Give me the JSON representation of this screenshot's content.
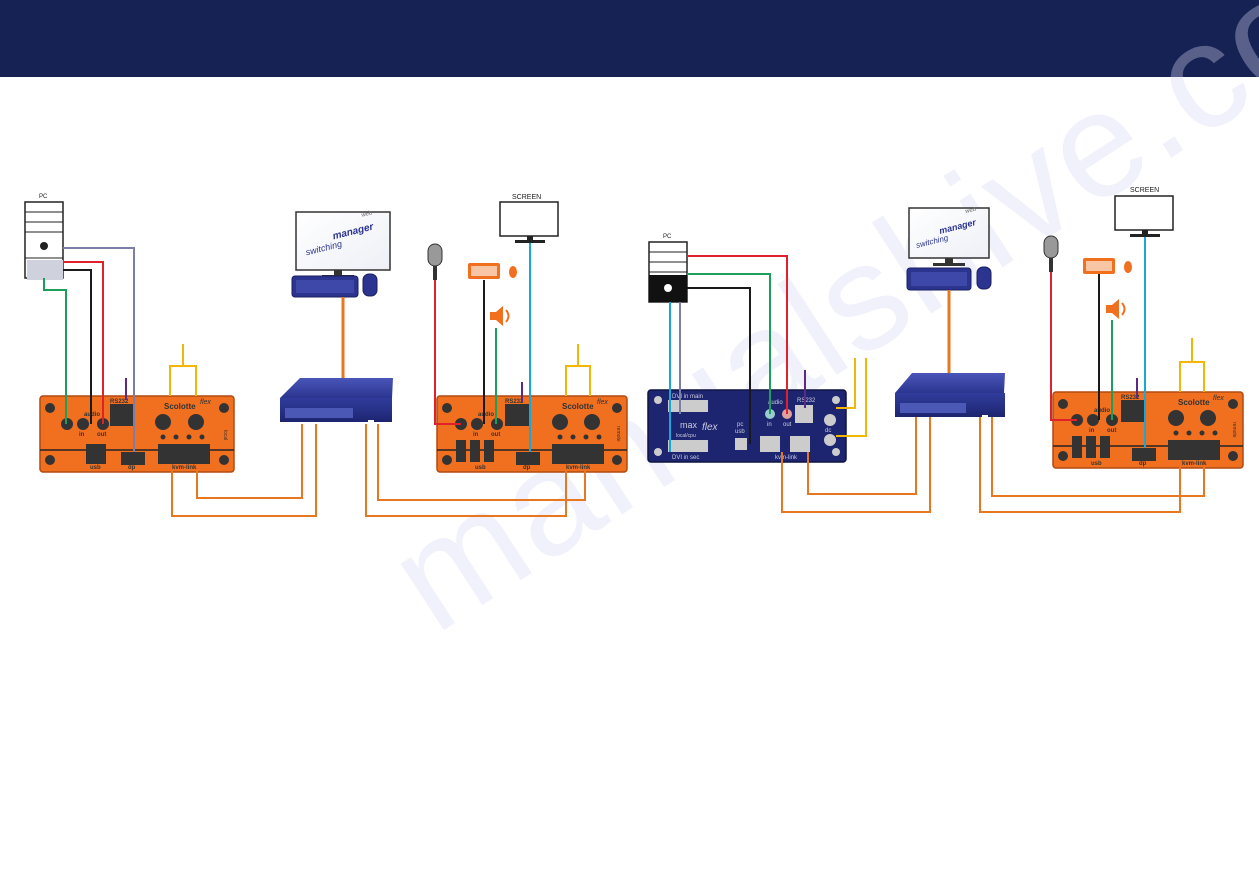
{
  "header": {
    "color": "#162253"
  },
  "watermark": "manualshive.com",
  "left_setup": {
    "pc_label": "PC",
    "screen_label": "SCREEN",
    "switching_manager": {
      "word1": "switching",
      "word2": "manager",
      "word3": "web"
    },
    "local_unit": {
      "brand": "Scolotte",
      "brand_sub": "flex",
      "side_label": "local",
      "rs232": "RS232",
      "audio": "audio",
      "in": "in",
      "out": "out",
      "usb": "usb",
      "dp": "dp",
      "kvm_link": "kvm-link"
    },
    "remote_unit": {
      "brand": "Scolotte",
      "brand_sub": "flex",
      "side_label": "remote",
      "rs232": "RS232",
      "audio": "audio",
      "in": "in",
      "out": "out",
      "usb": "usb",
      "dp": "dp",
      "kvm_link": "kvm-link"
    }
  },
  "right_setup": {
    "pc_label": "PC",
    "screen_label": "SCREEN",
    "switching_manager": {
      "word1": "switching",
      "word2": "manager",
      "word3": "web"
    },
    "maxflex_unit": {
      "dvi_main": "DVI in main",
      "dvi_sec": "DVI in sec",
      "brand1": "max",
      "brand2": "flex",
      "brand_sub": "local/cpu",
      "pc": "pc",
      "usb": "usb",
      "audio": "audio",
      "in": "in",
      "out": "out",
      "rs232": "RS232",
      "kvm_link": "kvm-link",
      "dc": "dc"
    },
    "remote_unit": {
      "brand": "Scolotte",
      "brand_sub": "flex",
      "side_label": "remote",
      "rs232": "RS232",
      "audio": "audio",
      "in": "in",
      "out": "out",
      "usb": "usb",
      "dp": "dp",
      "kvm_link": "kvm-link"
    }
  },
  "colors": {
    "cable_orange": "#e87722",
    "cable_yellow": "#f2b705",
    "cable_green": "#1aa05a",
    "cable_red": "#e0202a",
    "cable_black": "#1a1a1a",
    "cable_blue": "#18a8d8",
    "cable_purple": "#5b2a86",
    "cable_grey": "#7b7fa8",
    "unit_orange": "#f07020",
    "switch_blue": "#2b3590"
  }
}
